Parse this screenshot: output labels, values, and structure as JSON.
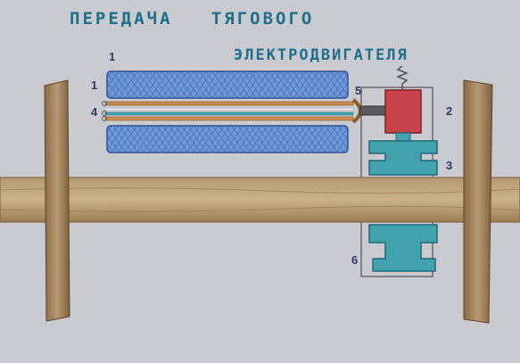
{
  "title": {
    "line1": "ПЕРЕДАЧА   ТЯГОВОГО",
    "line2": "ЭЛЕКТРОДВИГАТЕЛЯ"
  },
  "labels": {
    "top_mark": "1",
    "n1": "1",
    "n2": "2",
    "n3": "3",
    "n4": "4",
    "n5": "5",
    "n6": "6"
  },
  "colors": {
    "paper": "#c9cbd0",
    "wood": "#a88a62",
    "blue": "#6f9ad8",
    "orange": "#c98a4a",
    "red": "#c8434a",
    "teal": "#42a3ae",
    "title": "#1f6f8b"
  }
}
